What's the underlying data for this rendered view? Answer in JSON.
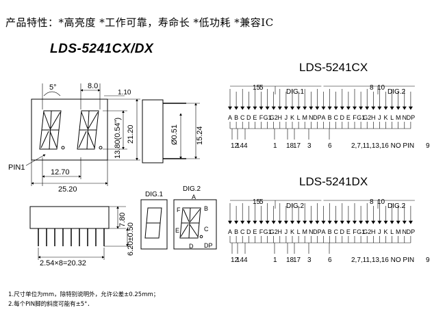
{
  "header": {
    "features": "产品特性：*高亮度 *工作可靠，寿命长 *低功耗 *兼容IC",
    "model_title": "LDS-5241CX/DX"
  },
  "front_view": {
    "angle": "5°",
    "char_width": "8.0",
    "seg_width": "1.10",
    "height_total": "21.20",
    "height_digit": "13.80(0.54\")",
    "pin1_label": "PIN1",
    "digit_pitch": "12.70",
    "total_width": "25.20"
  },
  "side_view": {
    "pin_diameter": "Ø0.51",
    "pin_span": "15.24"
  },
  "bottom_view": {
    "body_height": "7.80",
    "pin_length": "6.20±0.50",
    "pin_pitch": "2.54×8=20.32"
  },
  "segment_map": {
    "dig1": "DIG.1",
    "dig2": "DIG.2",
    "labels": [
      "A",
      "B",
      "C",
      "D",
      "E",
      "F",
      "DP"
    ]
  },
  "circuits": [
    {
      "title": "LDS-5241CX",
      "dig1": "DIG.1",
      "dig2": "DIG.2",
      "pins_top_left": "15",
      "pins_top_left2": "5",
      "pins_top_right": "8",
      "pins_top_right2": "10",
      "segments": [
        "A",
        "B",
        "C",
        "D",
        "E",
        "F",
        "G1",
        "G2",
        "H",
        "J",
        "K",
        "L",
        "M",
        "N",
        "DP"
      ],
      "bottom_pins": [
        "12",
        "14",
        "4",
        "1",
        "18",
        "17",
        "3",
        "6"
      ],
      "bottom_text": "2,7,11,13,16  NO  PIN",
      "bottom_end": "9"
    },
    {
      "title": "LDS-5241DX",
      "dig1": "DIG.2",
      "dig2": "DIG.2",
      "pins_top_left": "15",
      "pins_top_left2": "5",
      "pins_top_right": "8",
      "pins_top_right2": "10",
      "segments": [
        "A",
        "B",
        "C",
        "D",
        "E",
        "F",
        "G1",
        "G2",
        "H",
        "J",
        "K",
        "L",
        "M",
        "N",
        "DP"
      ],
      "bottom_pins": [
        "12",
        "14",
        "4",
        "1",
        "18",
        "17",
        "3",
        "6"
      ],
      "bottom_text": "2,7,11,13,16  NO  PIN",
      "bottom_end": "9"
    }
  ],
  "notes": {
    "line1": "1.尺寸单位为mm，除特别说明外，允许公差±0.25mm；",
    "line2": "2.每个PIN脚的斜度可能有±5°．"
  }
}
